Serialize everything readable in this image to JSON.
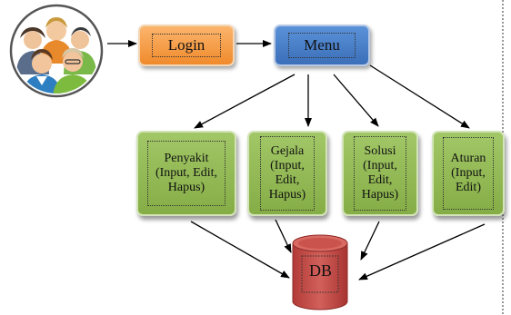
{
  "nodes": {
    "login": "Login",
    "menu": "Menu",
    "penyakit": "Penyakit\n(Input, Edit,\nHapus)",
    "gejala": "Gejala\n(Input,\nEdit,\nHapus)",
    "solusi": "Solusi\n(Input,\nEdit,\nHapus)",
    "aturan": "Aturan\n(Input,\nEdit)",
    "db": "DB"
  },
  "users_icon": "users-group-icon",
  "colors": {
    "login": "#f39a3f",
    "menu": "#4a7fc8",
    "module": "#93b957",
    "db": "#c9504b",
    "arrow": "#000000"
  },
  "edges": [
    [
      "users",
      "login"
    ],
    [
      "login",
      "menu"
    ],
    [
      "menu",
      "penyakit"
    ],
    [
      "menu",
      "gejala"
    ],
    [
      "menu",
      "solusi"
    ],
    [
      "menu",
      "aturan"
    ],
    [
      "penyakit",
      "db"
    ],
    [
      "gejala",
      "db"
    ],
    [
      "solusi",
      "db"
    ],
    [
      "aturan",
      "db"
    ]
  ]
}
